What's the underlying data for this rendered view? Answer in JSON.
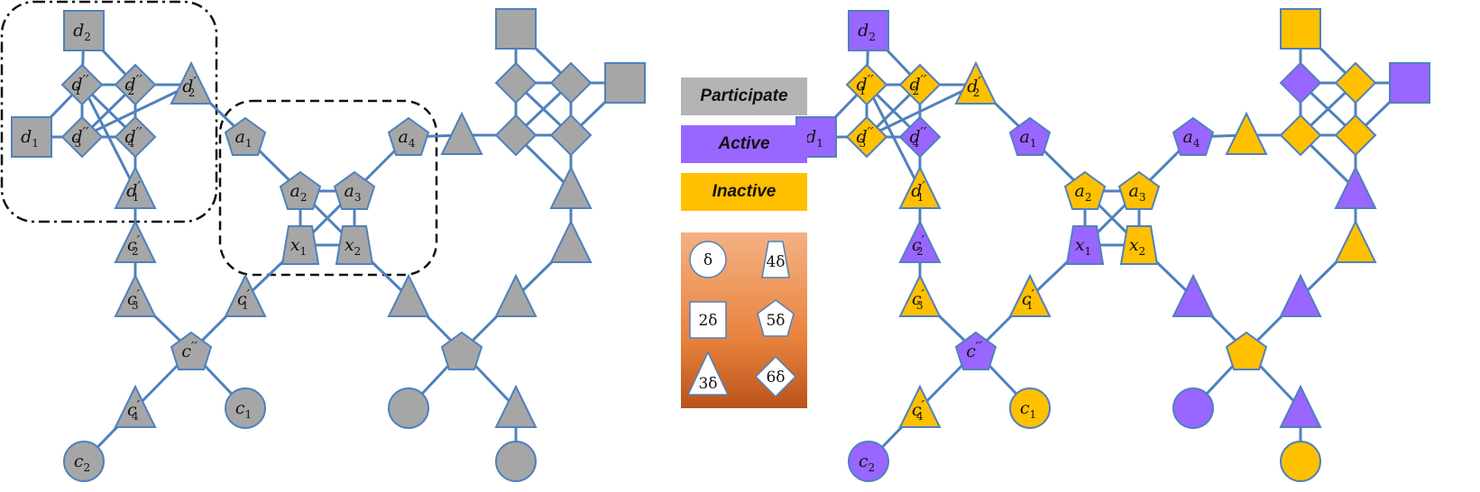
{
  "legend": {
    "participate": "Participate",
    "active": "Active",
    "inactive": "Inactive"
  },
  "weights": [
    "δ",
    "4δ",
    "2δ",
    "5δ",
    "3δ",
    "6δ"
  ],
  "colors": {
    "participate": "#a6a6a6",
    "active": "#9966ff",
    "inactive": "#ffc000",
    "edge": "#4f81bd"
  },
  "left_graph": {
    "labels": {
      "d2": {
        "base": "d",
        "sub": "2",
        "prime": ""
      },
      "d1pp": {
        "base": "d",
        "sub": "1",
        "prime": "′′"
      },
      "d2pp": {
        "base": "d",
        "sub": "2",
        "prime": "′′"
      },
      "d2p": {
        "base": "d",
        "sub": "2",
        "prime": "′"
      },
      "d1": {
        "base": "d",
        "sub": "1",
        "prime": ""
      },
      "d3pp": {
        "base": "d",
        "sub": "3",
        "prime": "′′"
      },
      "d4pp": {
        "base": "d",
        "sub": "4",
        "prime": "′′"
      },
      "d1p": {
        "base": "d",
        "sub": "1",
        "prime": "′"
      },
      "c2p": {
        "base": "c",
        "sub": "2",
        "prime": "′"
      },
      "c3p": {
        "base": "c",
        "sub": "3",
        "prime": "′"
      },
      "c1p": {
        "base": "c",
        "sub": "1",
        "prime": "′"
      },
      "cpp": {
        "base": "c",
        "sub": "",
        "prime": "′′"
      },
      "c4p": {
        "base": "c",
        "sub": "4",
        "prime": "′"
      },
      "c1": {
        "base": "c",
        "sub": "1",
        "prime": ""
      },
      "c2": {
        "base": "c",
        "sub": "2",
        "prime": ""
      },
      "a1": {
        "base": "a",
        "sub": "1",
        "prime": ""
      },
      "a2": {
        "base": "a",
        "sub": "2",
        "prime": ""
      },
      "a3": {
        "base": "a",
        "sub": "3",
        "prime": ""
      },
      "a4": {
        "base": "a",
        "sub": "4",
        "prime": ""
      },
      "x1": {
        "base": "x",
        "sub": "1",
        "prime": ""
      },
      "x2": {
        "base": "x",
        "sub": "2",
        "prime": ""
      }
    }
  },
  "right_graph_states": {
    "d2": "active",
    "d1pp": "inactive",
    "d2pp": "inactive",
    "d2p": "inactive",
    "d1": "active",
    "d3pp": "inactive",
    "d4pp": "active",
    "d1p": "inactive",
    "c2p": "active",
    "c3p": "inactive",
    "c1p": "inactive",
    "cpp": "active",
    "c4p": "inactive",
    "c1": "inactive",
    "c2": "active",
    "a1": "active",
    "a2": "inactive",
    "a3": "inactive",
    "a4": "active",
    "x1": "active",
    "x2": "inactive",
    "rs1": "inactive",
    "rs2": "active",
    "rd1": "active",
    "rd2": "inactive",
    "rd3": "inactive",
    "rd4": "inactive",
    "rt": "inactive",
    "rtv1": "active",
    "rtv2": "inactive",
    "rt2": "active",
    "rt3": "active",
    "rt4": "active",
    "rp": "inactive",
    "rcl": "active",
    "rtl": "active",
    "rcb": "inactive"
  }
}
